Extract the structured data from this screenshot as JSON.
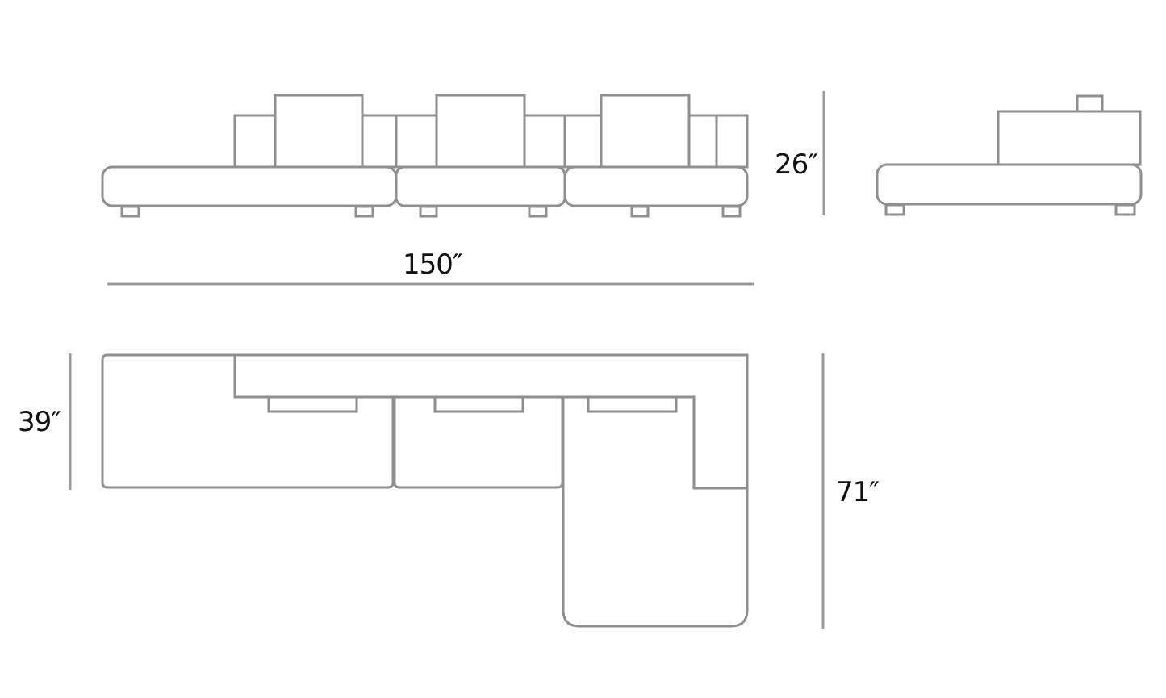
{
  "diagram": {
    "type": "furniture-dimension-drawing",
    "subject": "L-shaped modular sectional sofa",
    "line_color": "#8f8f8f",
    "text_color": "#111111",
    "views": {
      "front": {
        "label": "front-elevation",
        "modules": 3,
        "back_cushions_tall": 3
      },
      "side": {
        "label": "side-elevation"
      },
      "top": {
        "label": "plan-view"
      }
    },
    "dimensions": {
      "height": "26″",
      "width": "150″",
      "depth_seat": "39″",
      "depth_chaise": "71″"
    }
  }
}
